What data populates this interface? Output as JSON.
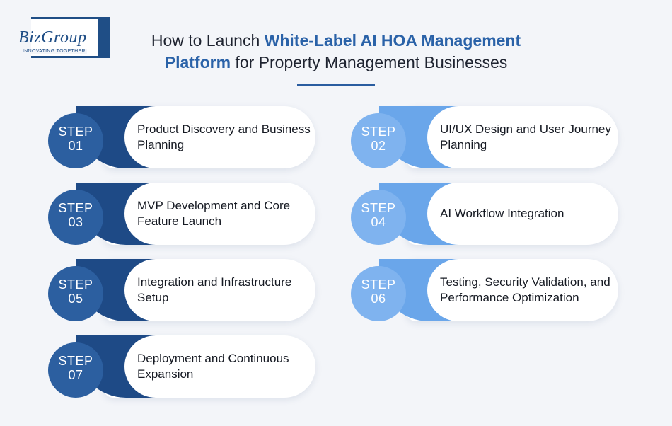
{
  "logo": {
    "name": "BizGroup",
    "tagline": "INNOVATING TOGETHER"
  },
  "title": {
    "part1": "How to Launch ",
    "highlight1": "White-Label AI HOA Management",
    "highlight2": "Platform",
    "part2": " for Property Management Businesses"
  },
  "steps": [
    {
      "label": "STEP",
      "number": "01",
      "text": "Product Discovery and Business Planning"
    },
    {
      "label": "STEP",
      "number": "02",
      "text": "UI/UX Design and User Journey Planning"
    },
    {
      "label": "STEP",
      "number": "03",
      "text": "MVP Development and Core Feature Launch"
    },
    {
      "label": "STEP",
      "number": "04",
      "text": "AI Workflow Integration"
    },
    {
      "label": "STEP",
      "number": "05",
      "text": "Integration and Infrastructure Setup"
    },
    {
      "label": "STEP",
      "number": "06",
      "text": "Testing, Security Validation, and Performance Optimization"
    },
    {
      "label": "STEP",
      "number": "07",
      "text": "Deployment and Continuous Expansion"
    }
  ],
  "colors": {
    "dark_accent": "#1e4a86",
    "light_accent": "#6aa6ea",
    "title_highlight": "#2a62a8"
  }
}
